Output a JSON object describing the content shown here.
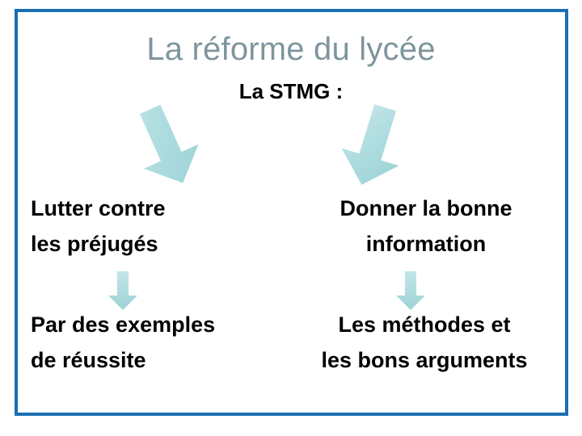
{
  "slide": {
    "title": "La réforme du lycée",
    "subtitle": "La STMG :",
    "frame_color": "#1a6fb3",
    "title_color": "#7e959d",
    "arrow_color": "#a9dadd",
    "body_text_color": "#000000"
  },
  "columns": {
    "left": {
      "top": {
        "line1": "Lutter contre",
        "line2": "les préjugés"
      },
      "bottom": {
        "line1": "Par des exemples",
        "line2": "de réussite"
      }
    },
    "right": {
      "top": {
        "line1": "Donner la bonne",
        "line2": "information"
      },
      "bottom": {
        "line1": "Les méthodes et",
        "line2": "les bons arguments"
      }
    }
  },
  "arrows": {
    "left_big": "arrow-down-left-icon",
    "right_big": "arrow-down-right-icon",
    "left_small": "arrow-down-icon",
    "right_small": "arrow-down-icon"
  }
}
